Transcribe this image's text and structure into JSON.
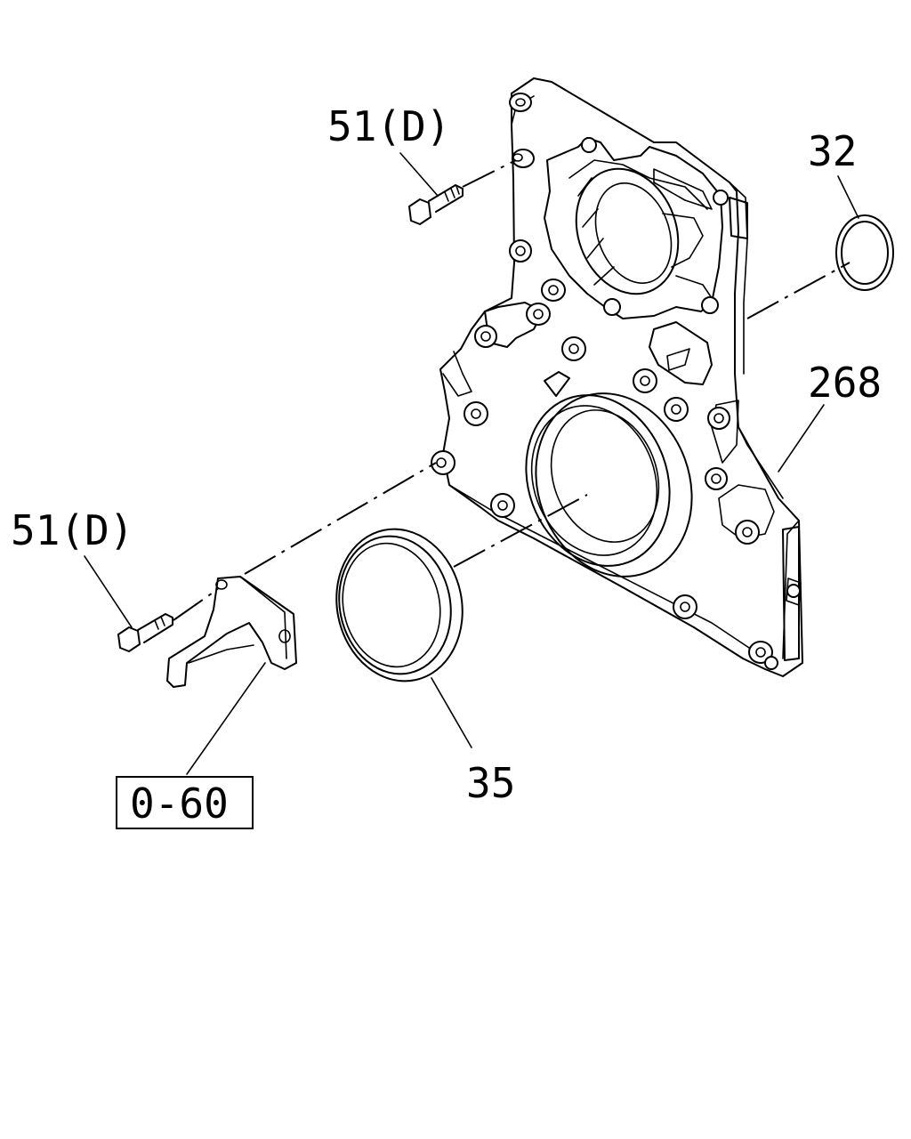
{
  "callouts": {
    "bolt_top": "51(D)",
    "oring": "32",
    "cover": "268",
    "bolt_left": "51(D)",
    "seal": "35",
    "reference": "0-60"
  }
}
